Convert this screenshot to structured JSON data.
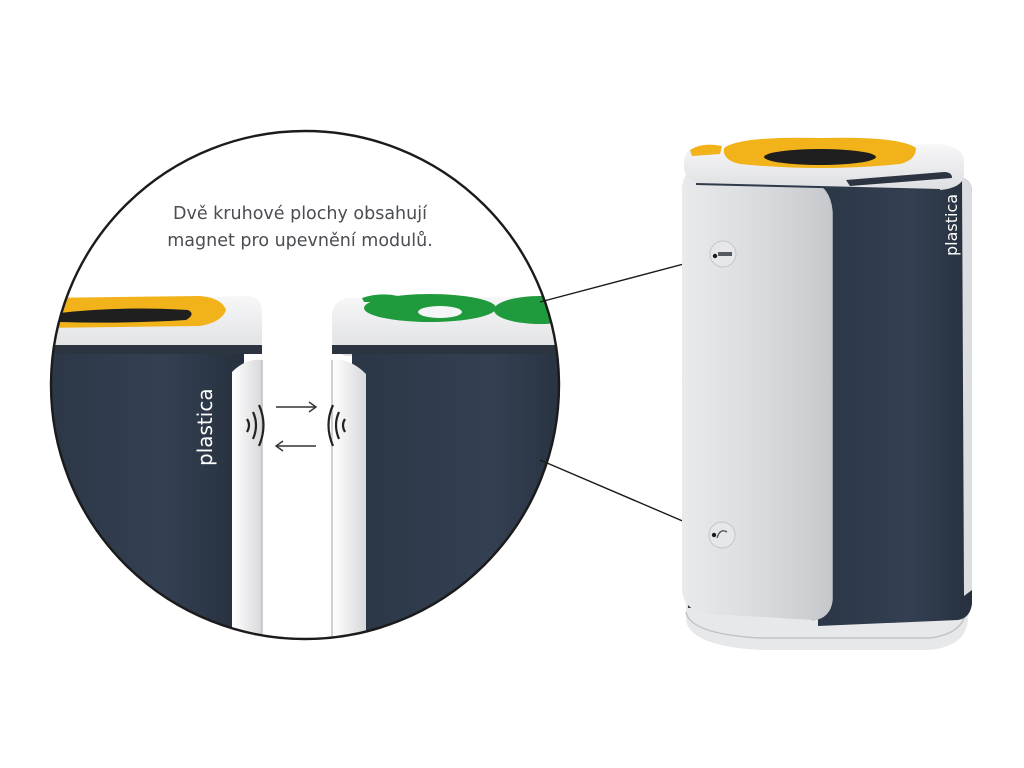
{
  "caption": {
    "line1": "Dvě kruhové plochy obsahují",
    "line2": "magnet pro upevnění modulů."
  },
  "bin_label": "plastica",
  "colors": {
    "background": "#ffffff",
    "bin_body_dark": "#2f3a4a",
    "bin_shell_light": "#dcdde0",
    "bin_top": "#eeeeef",
    "yellow_ring": "#f1b21a",
    "green_ring": "#1f9a3c",
    "outline": "#1b1b1b"
  },
  "icons": [
    "magnet-signal-icon",
    "arrow-right-icon",
    "arrow-left-icon",
    "magnet-point-icon"
  ]
}
